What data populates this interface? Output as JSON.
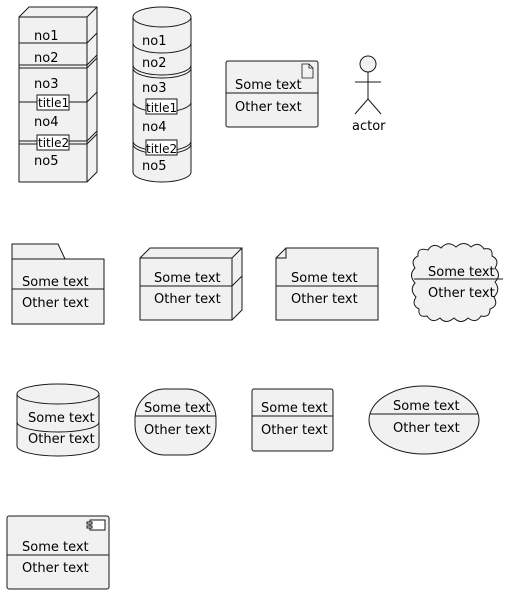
{
  "node3d": {
    "rows": [
      "no1",
      "no2",
      "no3",
      "no4",
      "no5"
    ],
    "titles": [
      "title1",
      "title2"
    ]
  },
  "database_stack": {
    "rows": [
      "no1",
      "no2",
      "no3",
      "no4",
      "no5"
    ],
    "titles": [
      "title1",
      "title2"
    ]
  },
  "artifact": {
    "top": "Some text",
    "bottom": "Other text"
  },
  "actor": {
    "label": "actor"
  },
  "folder": {
    "top": "Some text",
    "bottom": "Other text"
  },
  "node": {
    "top": "Some text",
    "bottom": "Other text"
  },
  "card": {
    "top": "Some text",
    "bottom": "Other text"
  },
  "cloud": {
    "top": "Some text",
    "bottom": "Other text"
  },
  "database": {
    "top": "Some text",
    "bottom": "Other text"
  },
  "storage": {
    "top": "Some text",
    "bottom": "Other text"
  },
  "rectangle": {
    "top": "Some text",
    "bottom": "Other text"
  },
  "usecase": {
    "top": "Some text",
    "bottom": "Other text"
  },
  "component": {
    "top": "Some text",
    "bottom": "Other text"
  }
}
